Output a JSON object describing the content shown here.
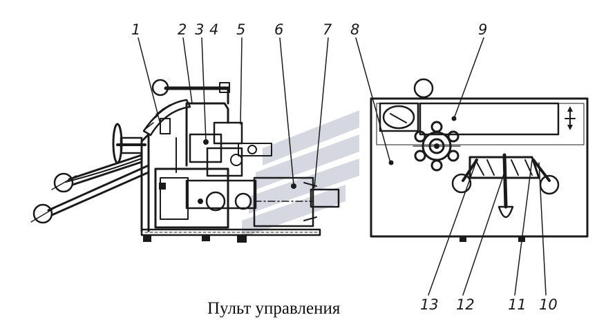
{
  "caption": "Пульт управления",
  "callouts": [
    "1",
    "2",
    "3",
    "4",
    "5",
    "6",
    "7",
    "8",
    "9",
    "10",
    "11",
    "12",
    "13"
  ],
  "colors": {
    "ink": "#1a1a1a",
    "watermark": "#c7ccd6",
    "background": "#ffffff"
  }
}
